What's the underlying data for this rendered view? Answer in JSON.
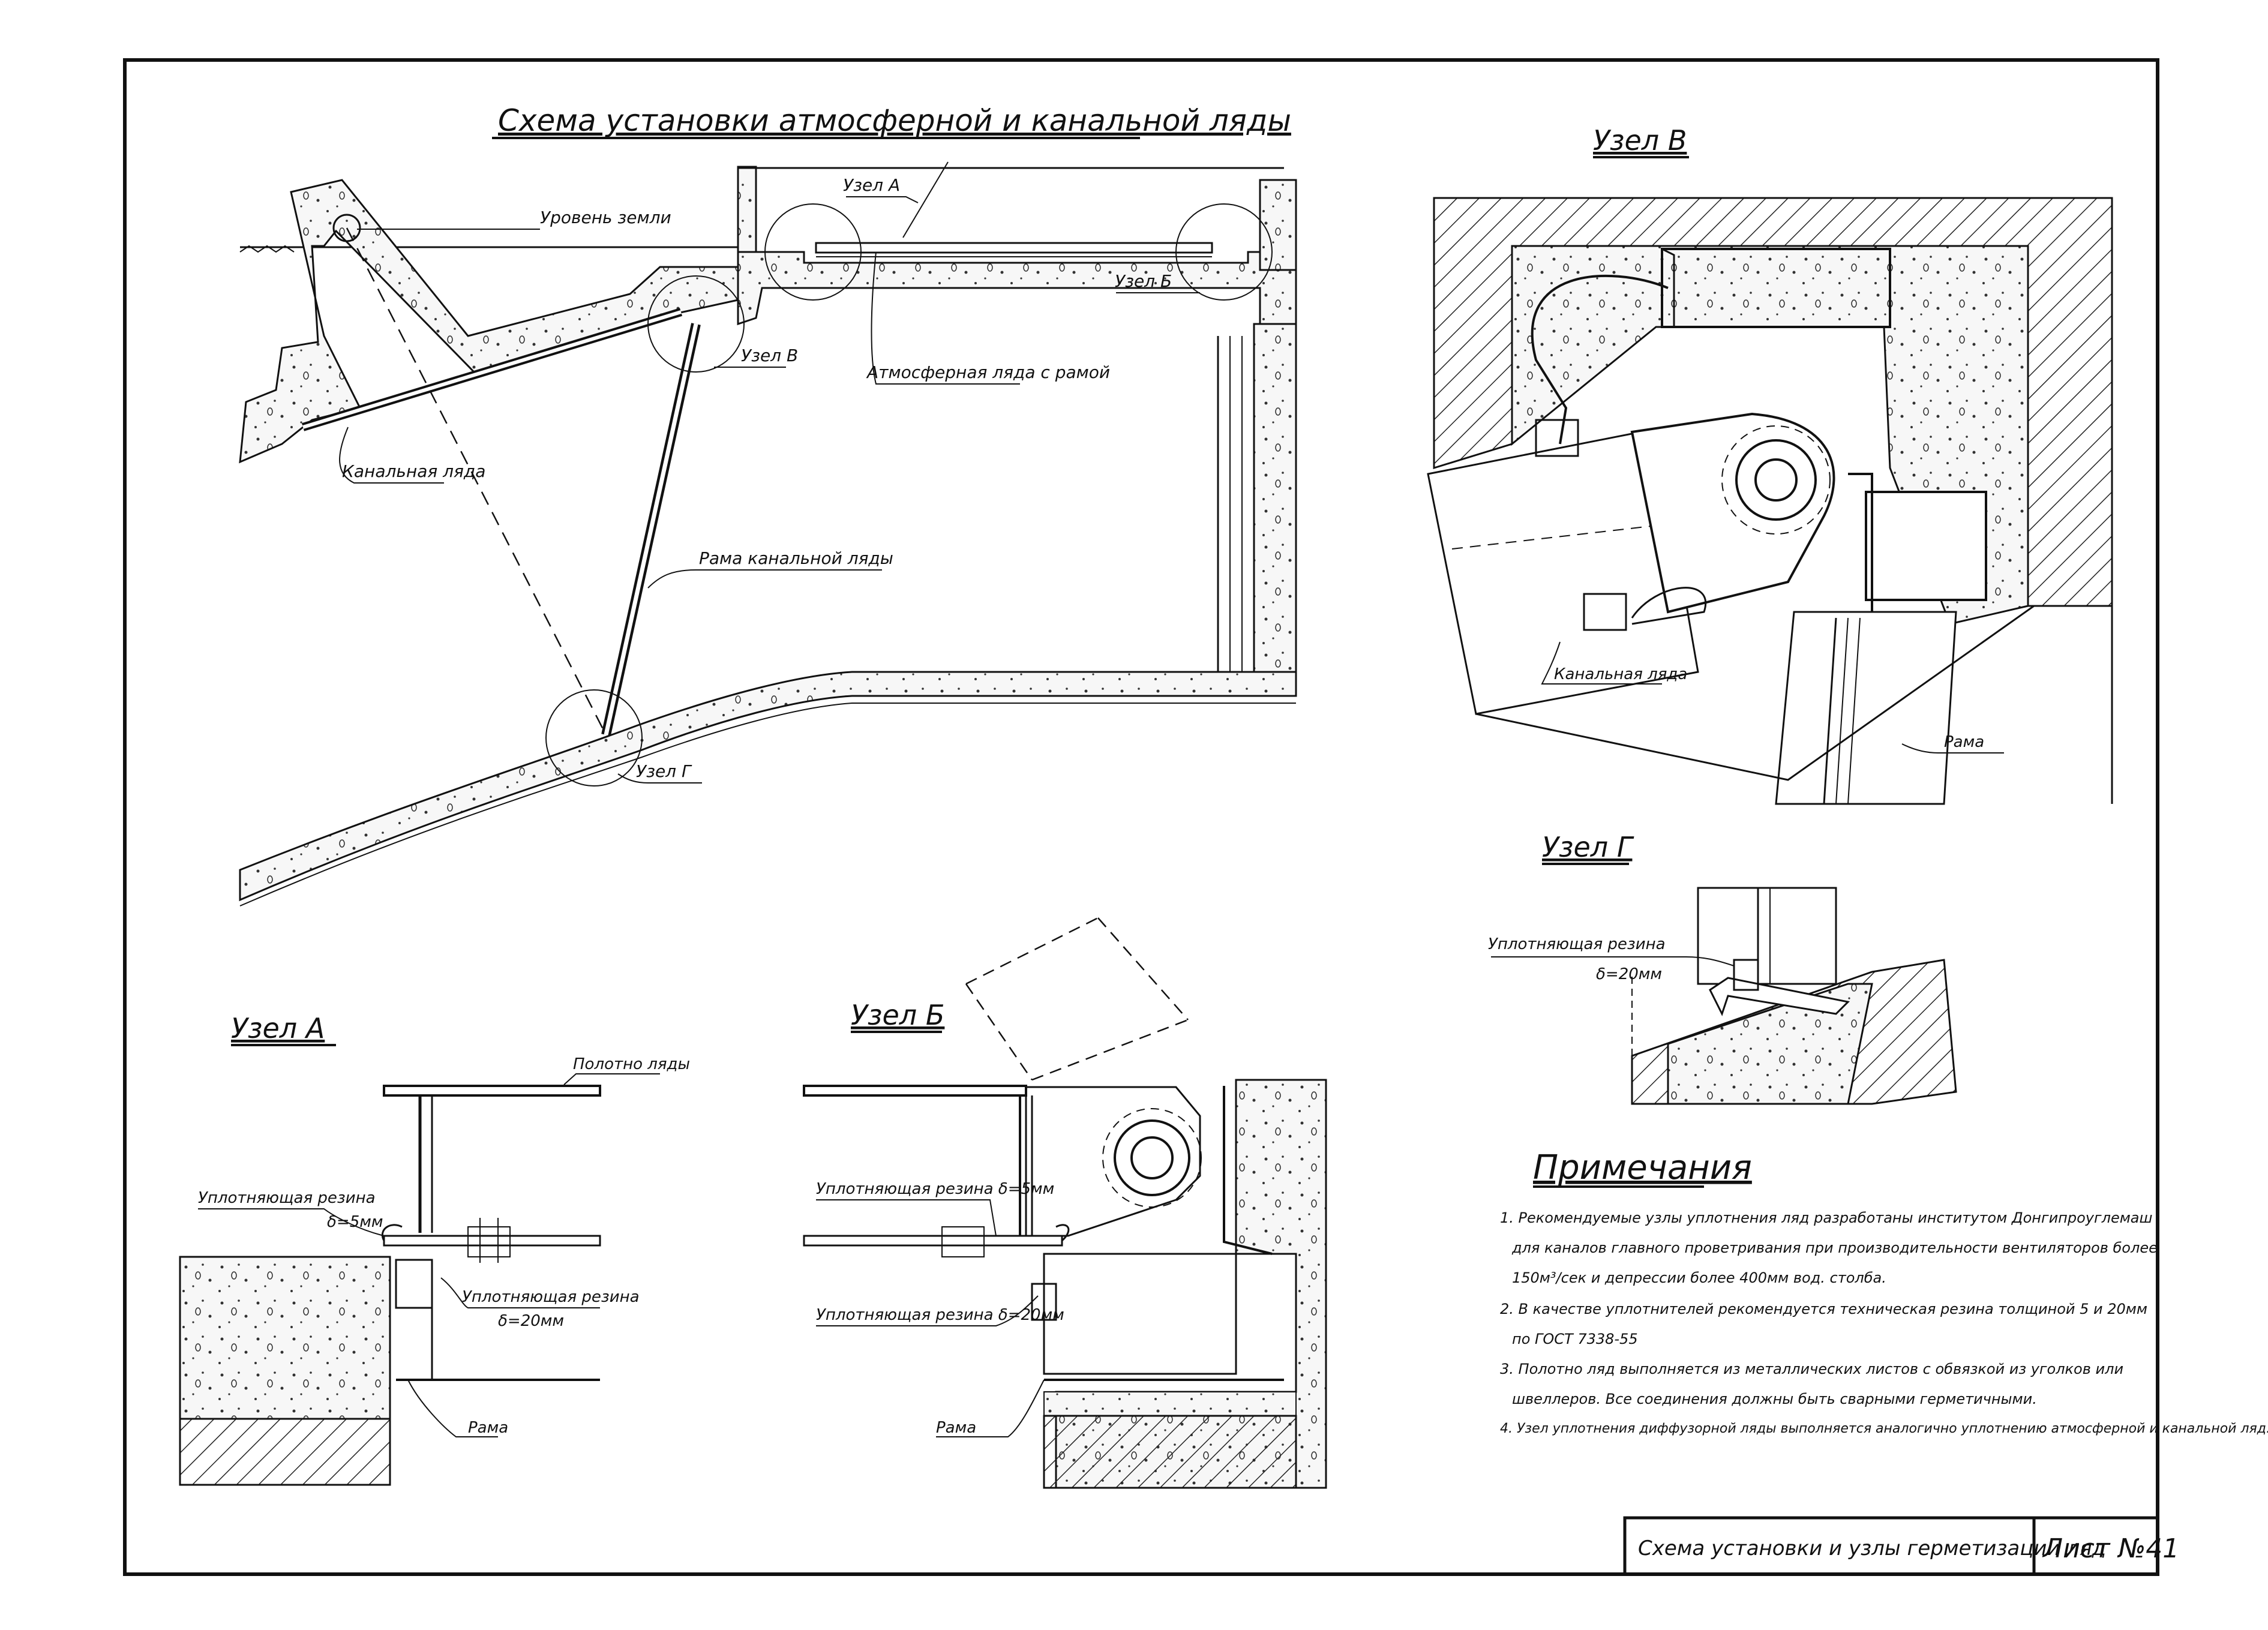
{
  "main_title": "Схема установки атмосферной и канальной ляды",
  "main_labels": {
    "ground": "Уровень земли",
    "node_a": "Узел А",
    "node_b": "Узел Б",
    "node_v": "Узел В",
    "node_g": "Узел Г",
    "atm_hatch": "Атмосферная ляда с рамой",
    "channel_hatch": "Канальная ляда",
    "channel_frame": "Рама канальной ляды"
  },
  "node_a": {
    "title": "Узел А",
    "hatch_sheet": "Полотно ляды",
    "seal_1": "Уплотняющая резина",
    "seal_1_size": "δ=5мм",
    "seal_2": "Уплотняющая резина",
    "seal_2_size": "δ=20мм",
    "frame": "Рама"
  },
  "node_b": {
    "title": "Узел Б",
    "seal_1": "Уплотняющая резина δ=5мм",
    "seal_2": "Уплотняющая резина δ=20мм",
    "frame": "Рама"
  },
  "node_v": {
    "title": "Узел В",
    "channel_hatch": "Канальная ляда",
    "frame": "Рама"
  },
  "node_g": {
    "title": "Узел Г",
    "seal": "Уплотняющая резина",
    "seal_size": "δ=20мм"
  },
  "notes": {
    "title": "Примечания",
    "lines": [
      "1. Рекомендуемые узлы уплотнения ляд разработаны институтом Донгипроуглемаш",
      "для каналов главного проветривания при производительности вентиляторов более",
      "150м³/сек и депрессии более 400мм вод. столба.",
      "2. В качестве уплотнителей рекомендуется техническая резина толщиной 5 и 20мм",
      "по ГОСТ 7338-55",
      "3. Полотно ляд выполняется из металлических листов с обвязкой из уголков или",
      "швеллеров. Все соединения должны быть сварными герметичными.",
      "4. Узел уплотнения диффузорной ляды выполняется аналогично уплотнению атмосферной и канальной ляд."
    ]
  },
  "stamp": {
    "title": "Схема установки и узлы герметизации ляд",
    "sheet": "Лист №41"
  }
}
